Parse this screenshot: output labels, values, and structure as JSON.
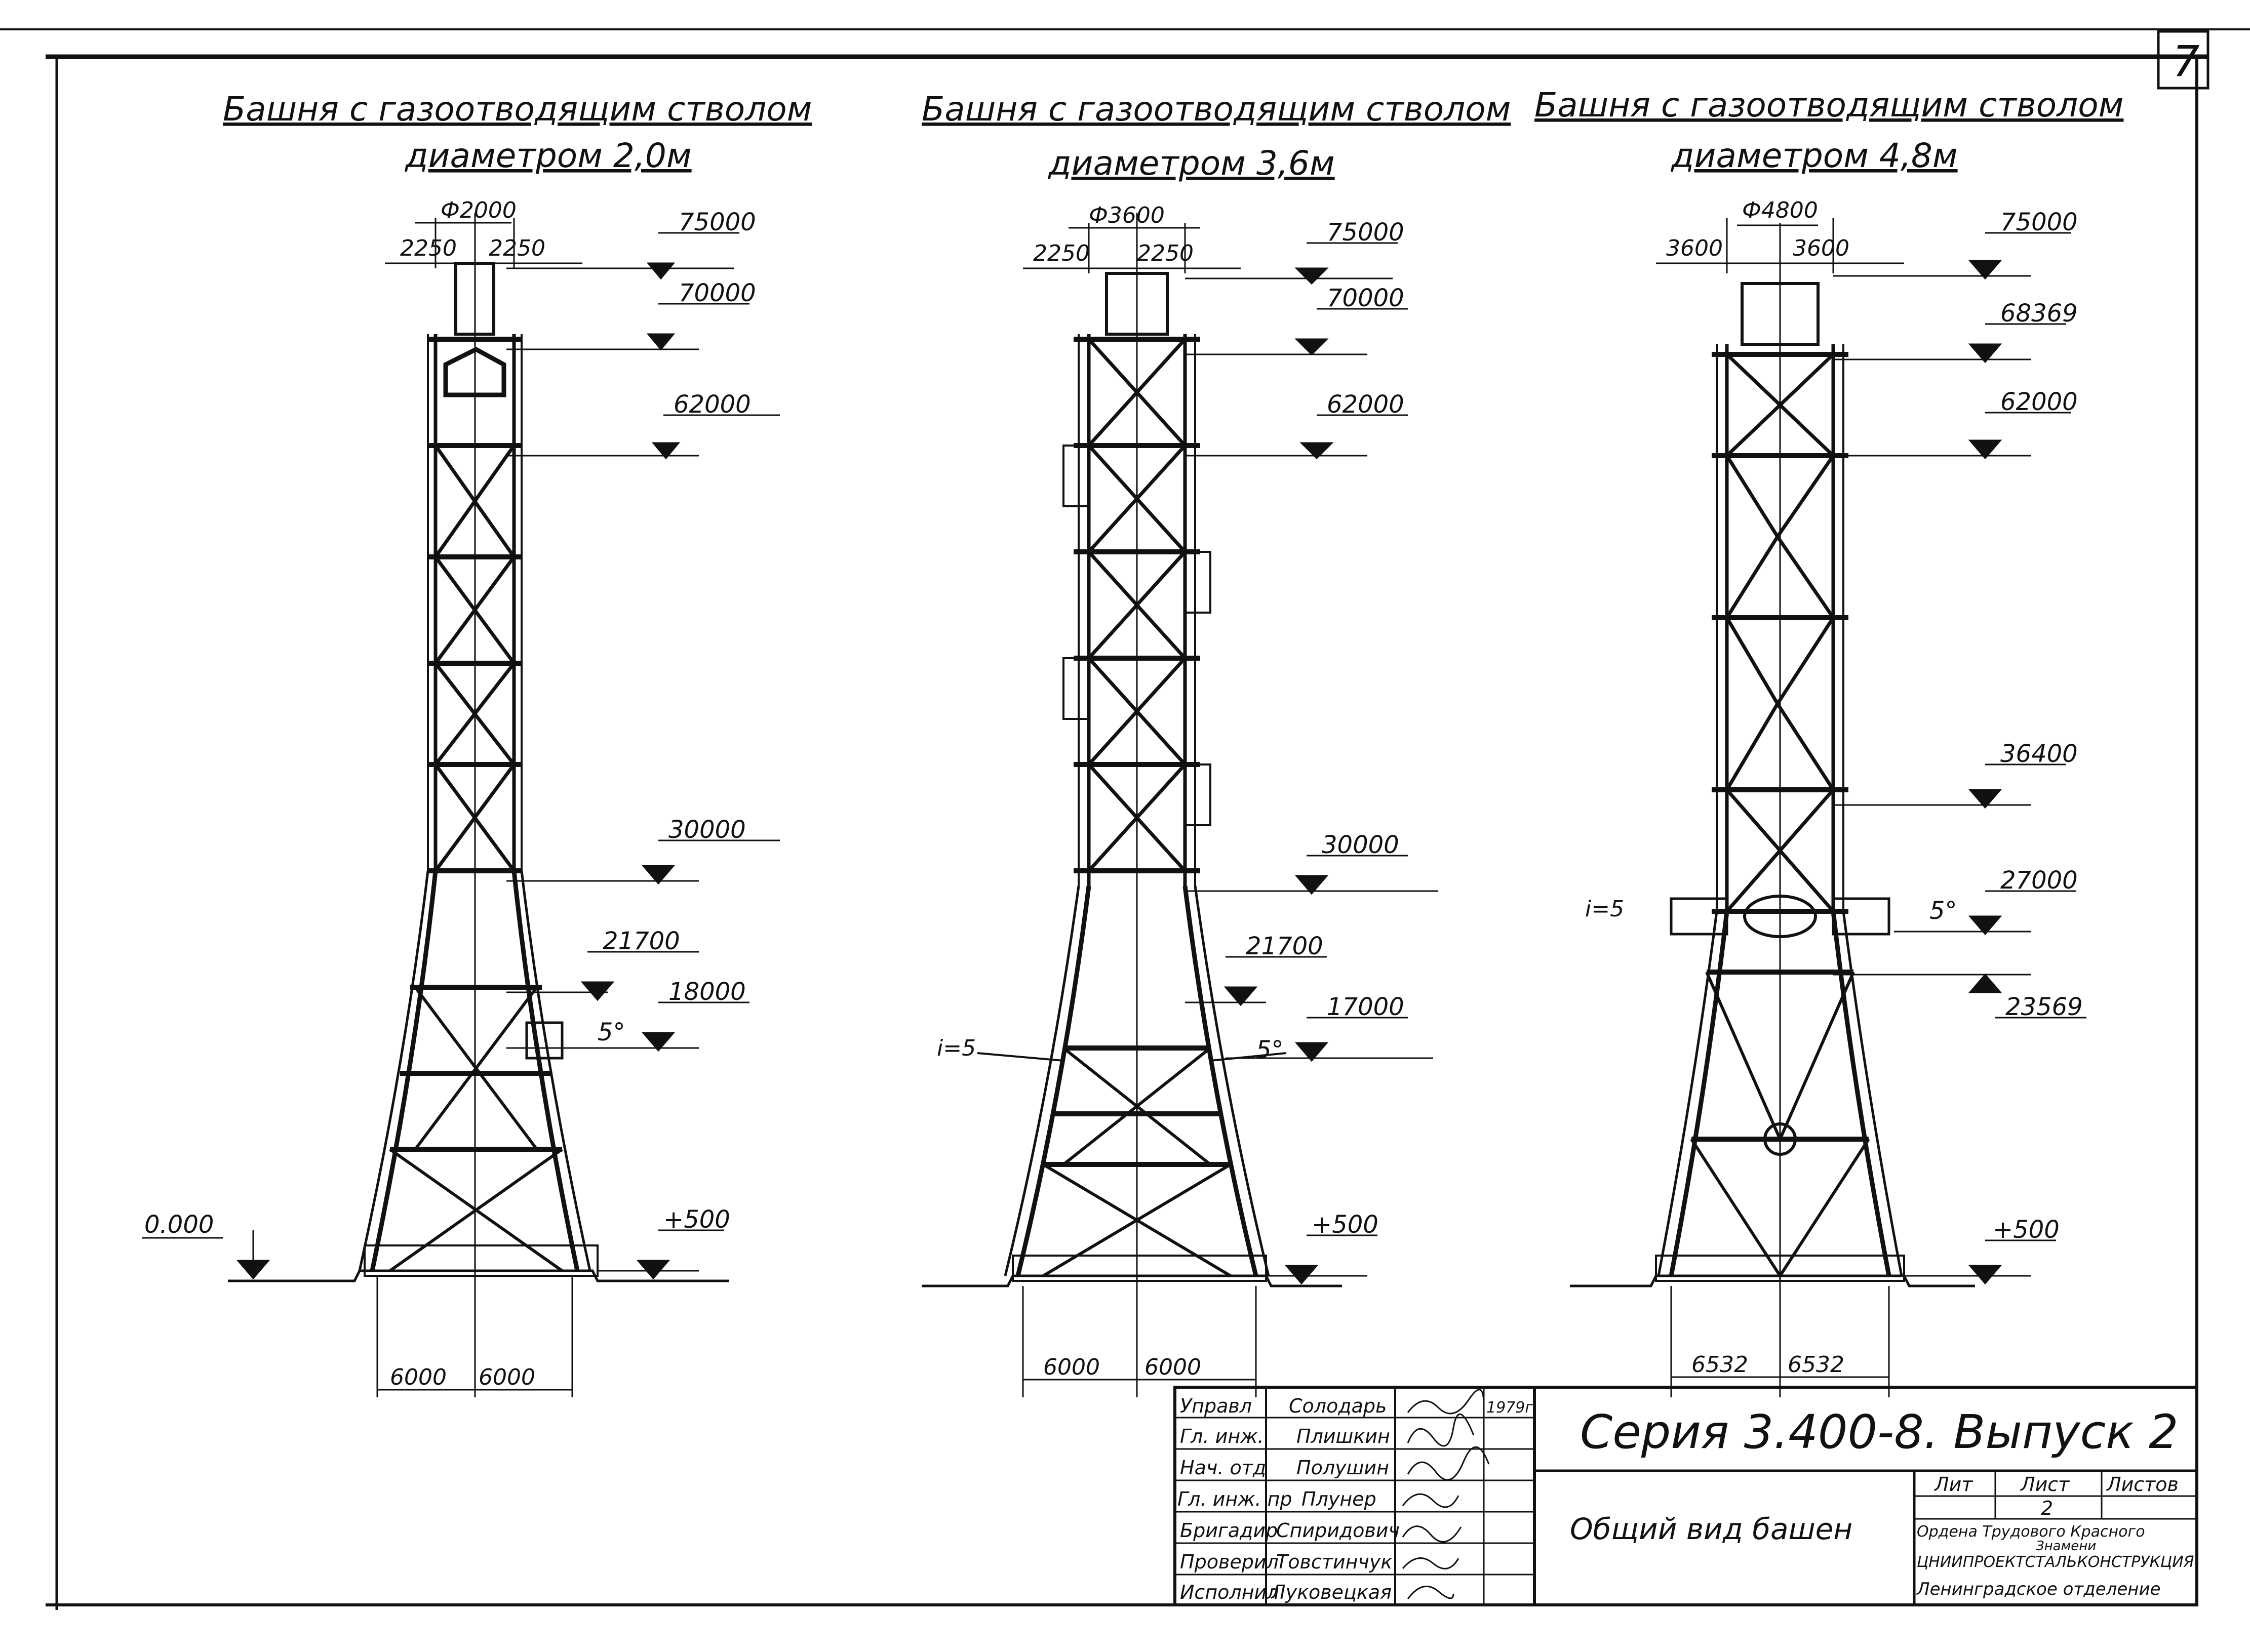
{
  "sheet_number": "7",
  "towers": [
    {
      "title_line1": "Башня с газоотводящим стволом",
      "title_line2": "диаметром 2,0м",
      "top_diameter": "Ф2000",
      "top_dims": [
        "2250",
        "2250"
      ],
      "base_dims": [
        "6000",
        "6000"
      ],
      "levels": [
        "75000",
        "70000",
        "62000",
        "30000",
        "21700",
        "18000",
        "+500",
        "0.000"
      ],
      "angle": "5°"
    },
    {
      "title_line1": "Башня с газоотводящим стволом",
      "title_line2": "диаметром 3,6м",
      "top_diameter": "Ф3600",
      "top_dims": [
        "2250",
        "2250"
      ],
      "base_dims": [
        "6000",
        "6000"
      ],
      "levels": [
        "75000",
        "70000",
        "62000",
        "30000",
        "21700",
        "17000",
        "+500"
      ],
      "angle": "5°",
      "angle_left": "i=5"
    },
    {
      "title_line1": "Башня с газоотводящим стволом",
      "title_line2": "диаметром 4,8м",
      "top_diameter": "Ф4800",
      "top_dims": [
        "3600",
        "3600"
      ],
      "base_dims": [
        "6532",
        "6532"
      ],
      "levels": [
        "75000",
        "68369",
        "62000",
        "36400",
        "27000",
        "23569",
        "+500"
      ],
      "angle": "5°",
      "angle_left": "i=5"
    }
  ],
  "title_block": {
    "staff": [
      {
        "role": "Управл",
        "name": "Солодарь",
        "date": "1979г"
      },
      {
        "role": "Гл. инж.",
        "name": "Плишкин"
      },
      {
        "role": "Нач. отд",
        "name": "Полушин"
      },
      {
        "role": "Гл. инж. пр",
        "name": "Плунер"
      },
      {
        "role": "Бригадир",
        "name": "Спиридович"
      },
      {
        "role": "Проверил",
        "name": "Товстинчук"
      },
      {
        "role": "Исполнил",
        "name": "Луковецкая"
      }
    ],
    "series": "Серия 3.400-8. Выпуск 2",
    "drawing_title": "Общий вид башен",
    "col_lit": "Лит",
    "col_sheet": "Лист",
    "col_sheets": "Листов",
    "sheet_value": "2",
    "org_line1": "Ордена Трудового Красного",
    "org_line2": "Знамени",
    "org_line3": "ЦНИИПРОЕКТСТАЛЬКОНСТРУКЦИЯ",
    "org_line4": "Ленинградское отделение"
  }
}
